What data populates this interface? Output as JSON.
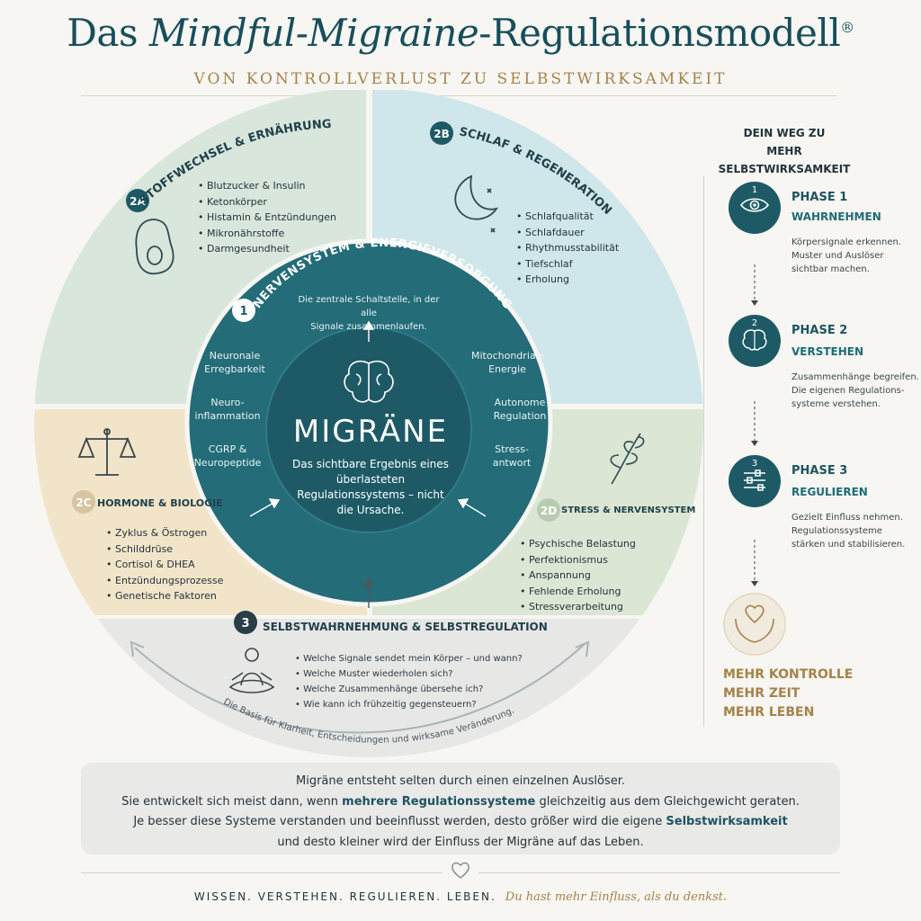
{
  "header": {
    "title_prefix": "Das ",
    "title_italic": "Mindful-Migraine",
    "title_suffix": "-Regulationsmodell",
    "title_mark": "®",
    "subtitle": "VON KONTROLLVERLUST ZU SELBSTWIRKSAMKEIT"
  },
  "colors": {
    "teal_dark": "#1d5a66",
    "teal_ring": "#236c78",
    "green_quad": "#d8e6dc",
    "blue_quad": "#cfe6ea",
    "beige_quad": "#f1e4c9",
    "sage_quad": "#dbe6d4",
    "gray_quad": "#e6e6e6",
    "gold": "#a6824a"
  },
  "sections": {
    "s2a": {
      "badge": "2A",
      "title": "STOFFWECHSEL & ERNÄHRUNG",
      "icon": "avocado-icon",
      "items": [
        "Blutzucker & Insulin",
        "Ketonkörper",
        "Histamin & Entzündungen",
        "Mikronährstoffe",
        "Darmgesundheit"
      ]
    },
    "s2b": {
      "badge": "2B",
      "title": "SCHLAF & REGENERATION",
      "icon": "moon-stars-icon",
      "items": [
        "Schlafqualität",
        "Schlafdauer",
        "Rhythmusstabilität",
        "Tiefschlaf",
        "Erholung"
      ]
    },
    "s2c": {
      "badge": "2C",
      "title": "HORMONE & BIOLOGIE",
      "icon": "scales-icon",
      "items": [
        "Zyklus & Östrogen",
        "Schilddrüse",
        "Cortisol & DHEA",
        "Entzündungsprozesse",
        "Genetische Faktoren"
      ]
    },
    "s2d": {
      "badge": "2D",
      "title": "STRESS & NERVENSYSTEM",
      "icon": "leaf-branch-icon",
      "items": [
        "Psychische Belastung",
        "Perfektionismus",
        "Anspannung",
        "Fehlende Erholung",
        "Stressverarbeitung"
      ]
    },
    "s1": {
      "badge": "1",
      "title": "NERVENSYSTEM & ENERGIEVERSORGUNG",
      "desc_line1": "Die zentrale Schaltstelle, in der alle",
      "desc_line2": "Signale zusammenlaufen.",
      "left": [
        "Neuronale Erregbarkeit",
        "Neuro-inflammation",
        "CGRP & Neuropeptide"
      ],
      "right": [
        "Mitochondriale Energie",
        "Autonome Regulation",
        "Stress-antwort"
      ]
    },
    "center": {
      "icon": "brain-icon",
      "title": "MIGRÄNE",
      "desc": "Das sichtbare Ergebnis eines überlasteten Regulationssystems – nicht die Ursache."
    },
    "s3": {
      "badge": "3",
      "title": "SELBSTWAHRNEHMUNG & SELBSTREGULATION",
      "icon": "meditation-icon",
      "questions": [
        "Welche Signale sendet mein Körper – und wann?",
        "Welche Muster wiederholen sich?",
        "Welche Zusammenhänge übersehe ich?",
        "Wie kann ich frühzeitig gegensteuern?"
      ],
      "arc_text": "Die Basis für Klarheit, Entscheidungen und wirksame Veränderung."
    }
  },
  "sidebar": {
    "heading_line1": "DEIN WEG ZU",
    "heading_line2": "MEHR SELBSTWIRKSAMKEIT",
    "phases": [
      {
        "num": "1",
        "label": "PHASE 1",
        "name": "WAHRNEHMEN",
        "icon": "eye-icon",
        "desc": [
          "Körpersignale erkennen.",
          "Muster und Auslöser",
          "sichtbar machen."
        ]
      },
      {
        "num": "2",
        "label": "PHASE 2",
        "name": "VERSTEHEN",
        "icon": "brain-icon",
        "desc": [
          "Zusammenhänge begreifen.",
          "Die eigenen Regulations-",
          "systeme verstehen."
        ]
      },
      {
        "num": "3",
        "label": "PHASE 3",
        "name": "REGULIEREN",
        "icon": "sliders-icon",
        "desc": [
          "Gezielt Einfluss nehmen.",
          "Regulationssysteme",
          "stärken und stabilisieren."
        ]
      }
    ],
    "outcome_icon": "heart-hands-icon",
    "outcome": [
      "MEHR KONTROLLE",
      "MEHR ZEIT",
      "MEHR LEBEN"
    ]
  },
  "note": {
    "line1": "Migräne entsteht selten durch einen einzelnen Auslöser.",
    "line2_a": "Sie entwickelt sich meist dann, wenn ",
    "line2_b": "mehrere Regulationssysteme",
    "line2_c": " gleichzeitig aus dem Gleichgewicht geraten.",
    "line3_a": "Je besser diese Systeme verstanden und beeinflusst werden, desto größer wird die eigene ",
    "line3_b": "Selbstwirksamkeit",
    "line4": "und desto kleiner wird der Einfluss der Migräne auf das Leben."
  },
  "footer": {
    "words": "WISSEN.   VERSTEHEN.   REGULIEREN.   LEBEN.",
    "tagline": "Du hast mehr Einfluss, als du denkst."
  }
}
